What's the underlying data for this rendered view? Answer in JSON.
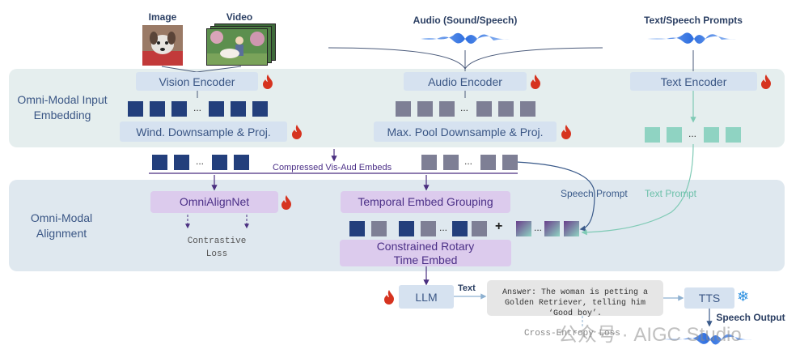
{
  "headers": {
    "image": "Image",
    "video": "Video",
    "audio": "Audio (Sound/Speech)",
    "text_prompts": "Text/Speech Prompts",
    "speech_output": "Speech Output"
  },
  "input_embedding": {
    "label": "Omni-Modal Input Embedding",
    "vision_encoder": "Vision Encoder",
    "audio_encoder": "Audio Encoder",
    "text_encoder": "Text Encoder",
    "vision_downsample": "Wind. Downsample & Proj.",
    "audio_downsample": "Max. Pool Downsample & Proj."
  },
  "compressed_label": "Compressed Vis-Aud Embeds",
  "alignment": {
    "label": "Omni-Modal Alignment",
    "omnialignnet": "OmniAlignNet",
    "contrastive_loss": "Contrastive Loss",
    "temporal_grouping": "Temporal Embed Grouping",
    "rotary_embed": "Constrained Rotary Time Embed",
    "speech_prompt": "Speech Prompt",
    "text_prompt": "Text Prompt",
    "plus": "+"
  },
  "output": {
    "llm": "LLM",
    "text_label": "Text",
    "answer": "Answer: The woman is petting a Golden Retriever, telling him ‘Good boy’.",
    "tts": "TTS",
    "cross_entropy_loss": "Cross-Entropy Loss"
  },
  "watermark": "公众号 · AIGC Studio",
  "ellipsis": "...",
  "colors": {
    "token_navy": "#233f7c",
    "token_grey": "#7e7f95",
    "token_teal": "#8fd3c2",
    "purple_box": "#dccbed",
    "blue_box": "#d6e2f0",
    "panel": "#e5eeee",
    "flame": "#d6331f",
    "snowflake": "#2a8fe0"
  }
}
